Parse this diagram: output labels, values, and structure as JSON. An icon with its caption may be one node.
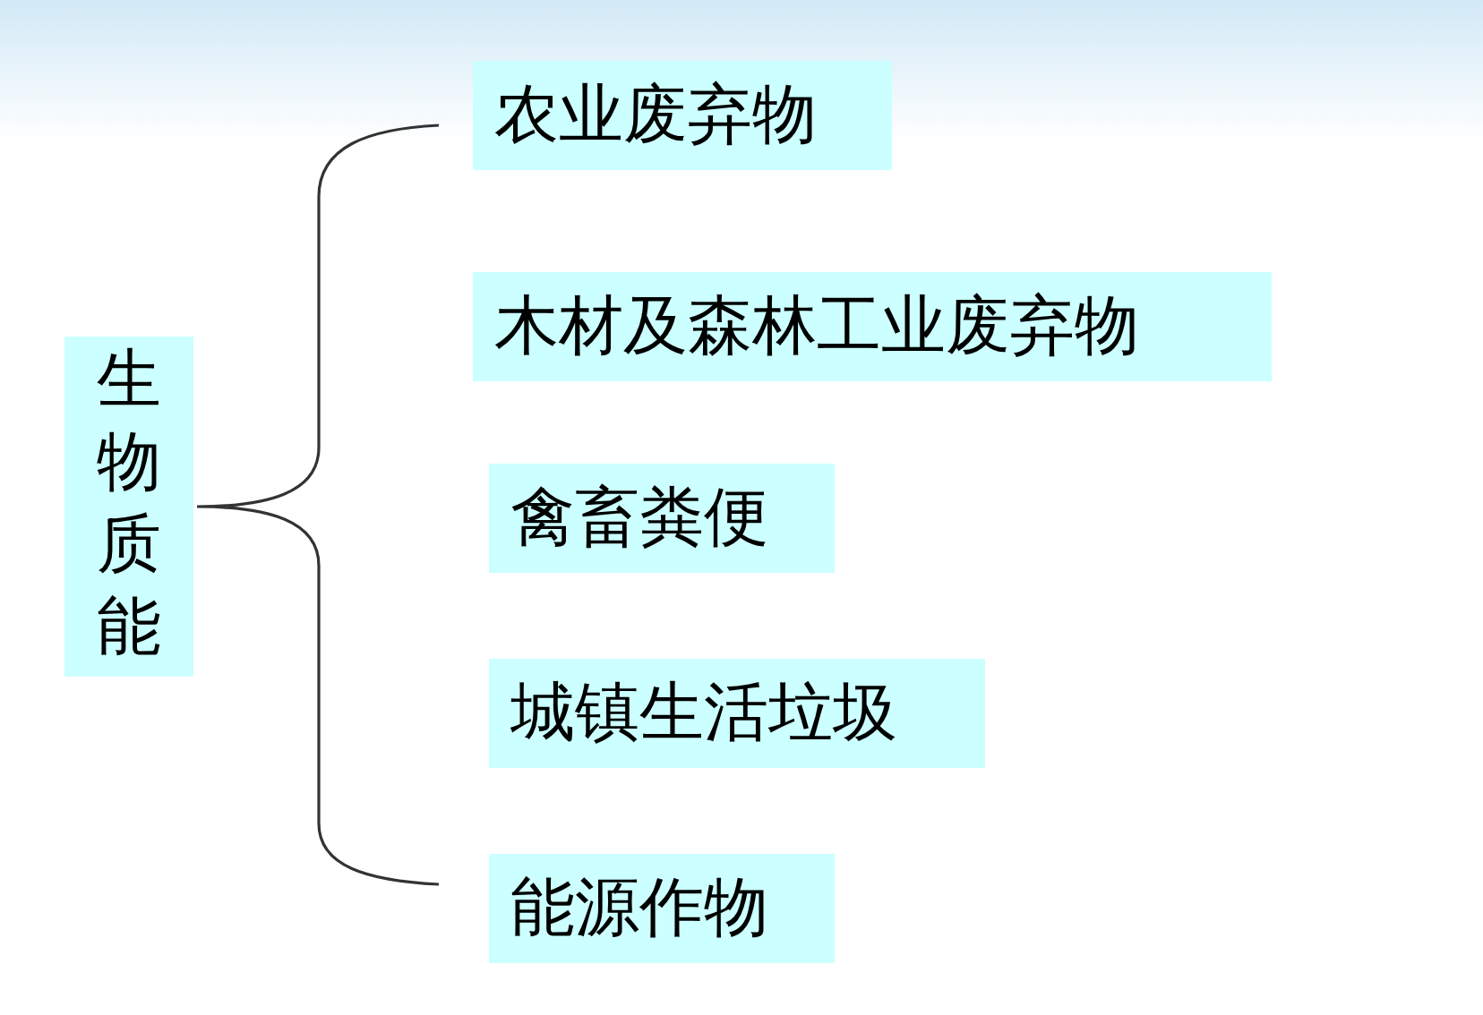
{
  "diagram": {
    "nodes": [
      {
        "text": [
          "生物质能"
        ]
      },
      {
        "text": [
          "农业废弃物"
        ]
      },
      {
        "text": [
          "木材及森林工业废弃物"
        ]
      },
      {
        "text": [
          "禽畜粪便"
        ]
      },
      {
        "text": [
          "城镇生活垃圾"
        ]
      },
      {
        "text": [
          "能源作物"
        ]
      }
    ]
  }
}
